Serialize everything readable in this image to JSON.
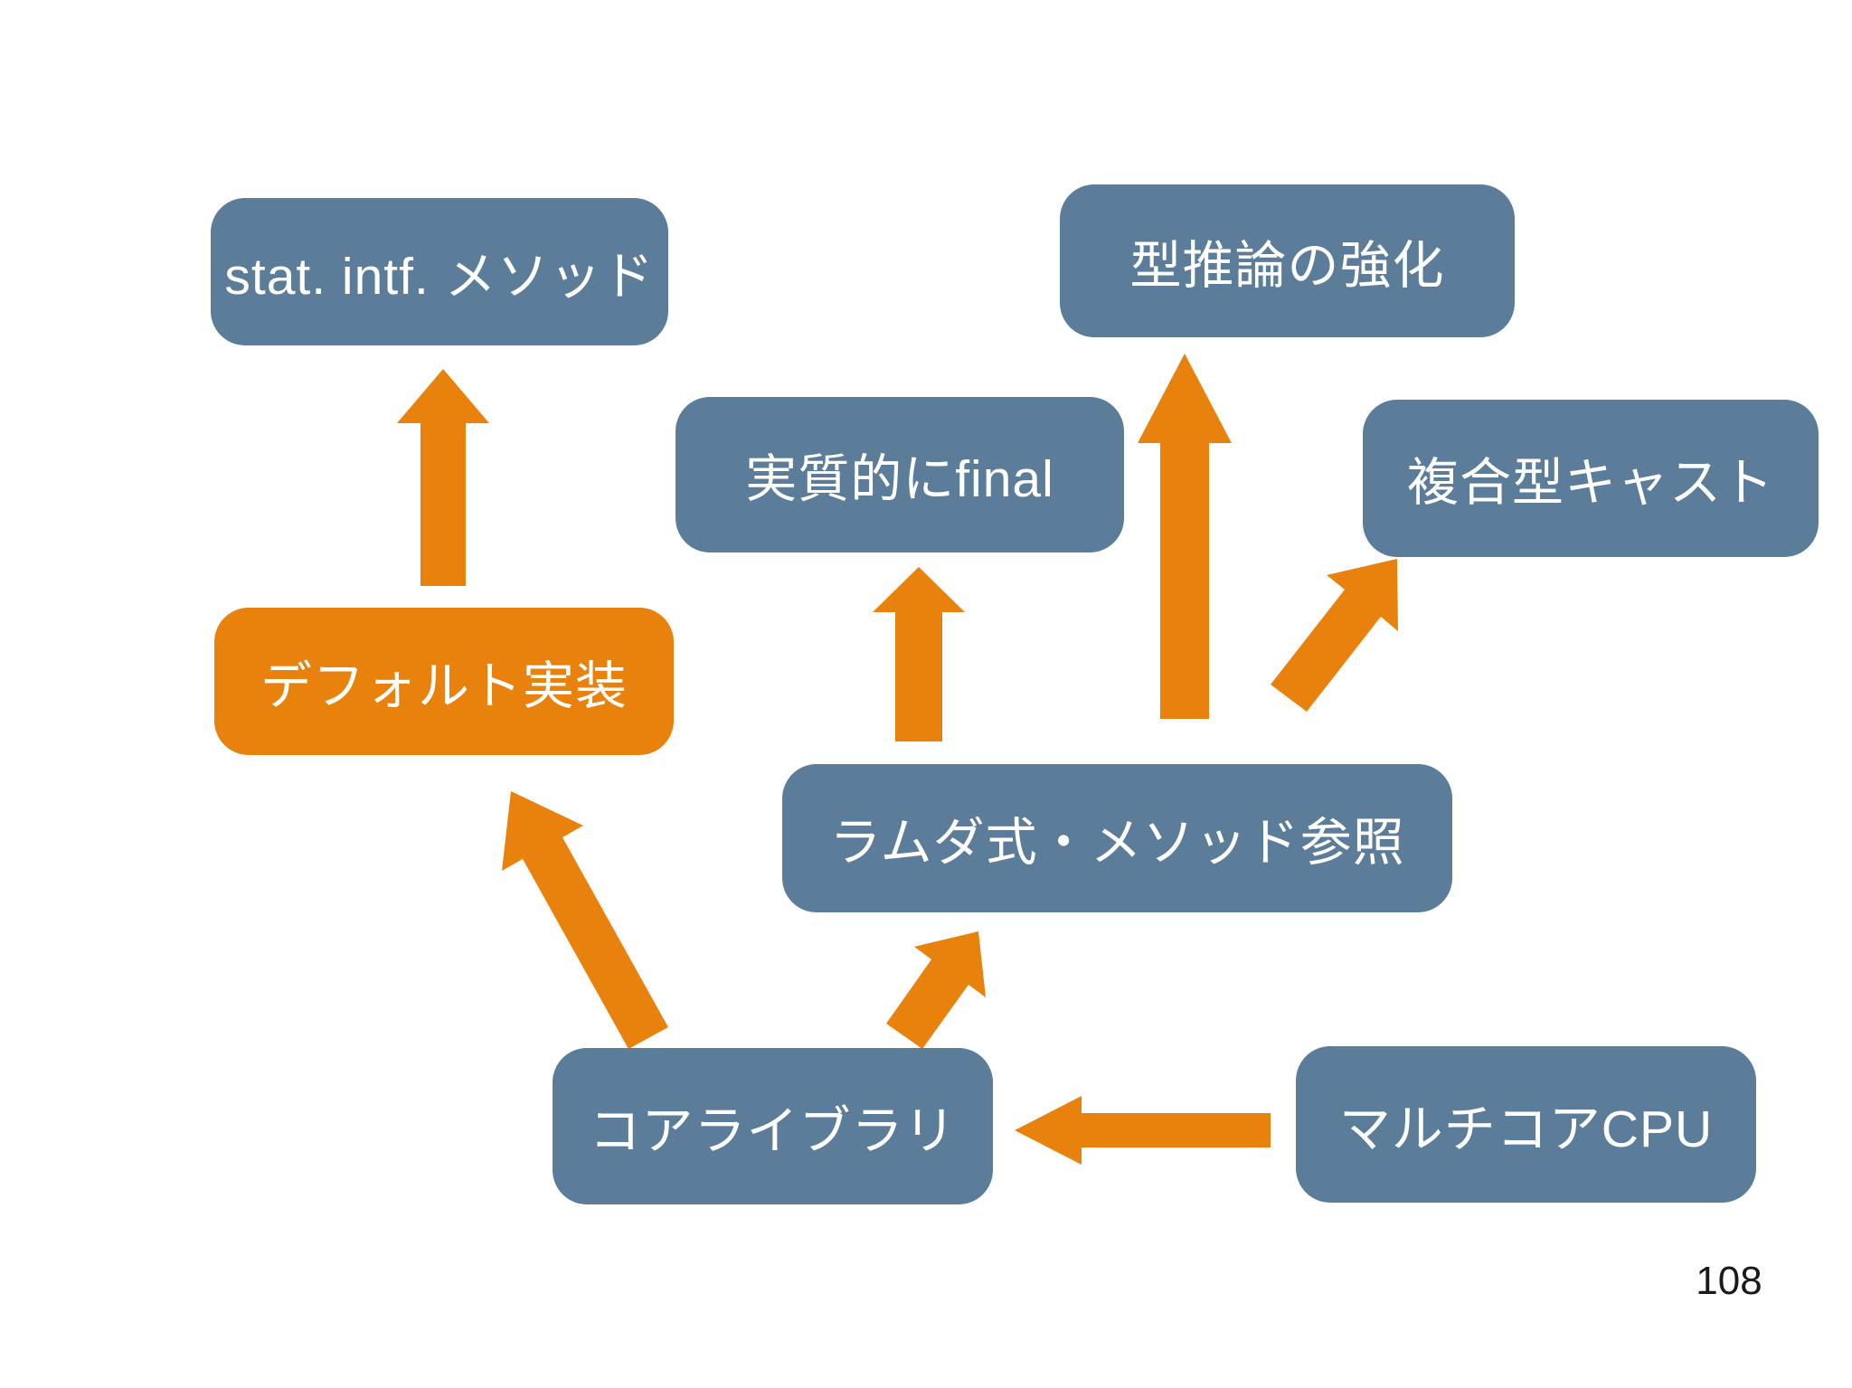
{
  "slide": {
    "page_number": "108"
  },
  "colors": {
    "background": "#ffffff",
    "node_fill": "#5b7d99",
    "highlight_fill": "#e8820d",
    "arrow": "#e8820d",
    "node_text": "#ffffff",
    "page_number_text": "#1a1a1a"
  },
  "nodes": {
    "static_interface_methods": {
      "label": "stat. intf. メソッド",
      "highlighted": false
    },
    "type_inference": {
      "label": "型推論の強化",
      "highlighted": false
    },
    "effectively_final": {
      "label": "実質的にfinal",
      "highlighted": false
    },
    "compound_type_cast": {
      "label": "複合型キャスト",
      "highlighted": false
    },
    "default_implementation": {
      "label": "デフォルト実装",
      "highlighted": true
    },
    "lambda_method_reference": {
      "label": "ラムダ式・メソッド参照",
      "highlighted": false
    },
    "core_library": {
      "label": "コアライブラリ",
      "highlighted": false
    },
    "multicore_cpu": {
      "label": "マルチコアCPU",
      "highlighted": false
    }
  },
  "edges": [
    {
      "from": "default_implementation",
      "to": "static_interface_methods"
    },
    {
      "from": "lambda_method_reference",
      "to": "effectively_final"
    },
    {
      "from": "lambda_method_reference",
      "to": "type_inference"
    },
    {
      "from": "lambda_method_reference",
      "to": "compound_type_cast"
    },
    {
      "from": "core_library",
      "to": "default_implementation"
    },
    {
      "from": "core_library",
      "to": "lambda_method_reference"
    },
    {
      "from": "multicore_cpu",
      "to": "core_library"
    }
  ]
}
